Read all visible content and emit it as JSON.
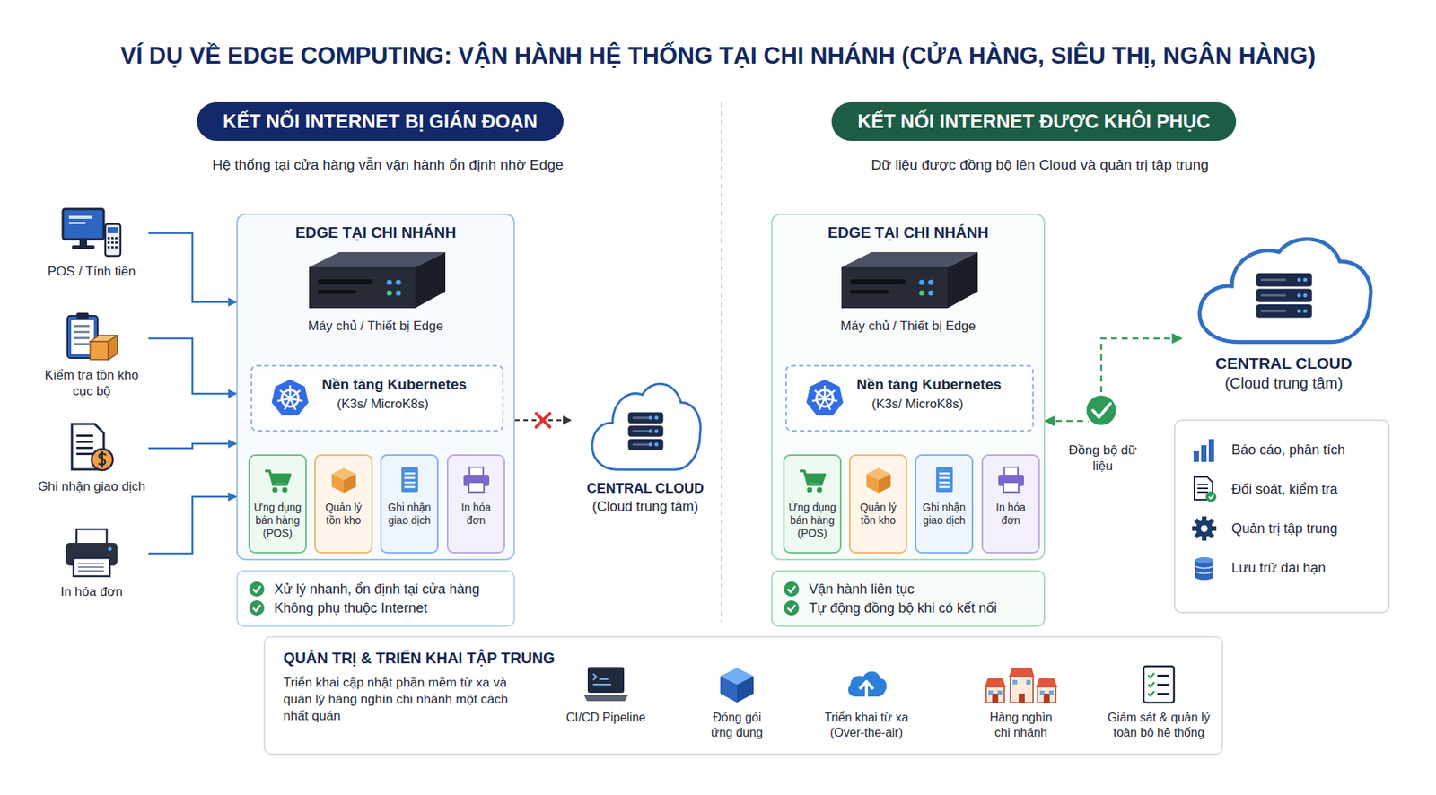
{
  "diagram": {
    "title": "VÍ DỤ VỀ EDGE COMPUTING: VẬN HÀNH HỆ THỐNG TẠI CHI NHÁNH (CỬA HÀNG, SIÊU THỊ, NGÂN HÀNG)",
    "nodes": [
      {
        "text": [
          "KẾT NỐI INTERNET BỊ GIÁN ĐOẠN"
        ]
      },
      {
        "text": [
          "POS / Tính tiền"
        ]
      },
      {
        "text": [
          "Kiểm tra tồn kho cục bộ"
        ]
      },
      {
        "text": [
          "Ghi nhận giao dịch"
        ]
      },
      {
        "text": [
          "In hóa đơn"
        ]
      },
      {
        "text": [
          "EDGE TẠI CHI NHÁNH",
          "Máy chủ / Thiết bị Edge"
        ]
      },
      {
        "text": [
          "Nền tảng Kubernetes",
          "(K3s/ MicroK8s)"
        ],
        "in": 5
      },
      {
        "text": [
          "Ứng dụng bán hàng (POS)"
        ],
        "in": 5
      },
      {
        "text": [
          "Quản lý tồn kho"
        ],
        "in": 5
      },
      {
        "text": [
          "Ghi nhận giao dịch"
        ],
        "in": 5
      },
      {
        "text": [
          "In hóa đơn"
        ],
        "in": 5
      },
      {
        "text": [
          "Xử lý nhanh, ổn định tại cửa hàng",
          "Không phụ thuộc Internet"
        ]
      },
      {
        "text": [
          "CENTRAL CLOUD",
          "(Cloud trung tâm)"
        ]
      },
      {
        "text": [
          "KẾT NỐI INTERNET ĐƯỢC KHÔI PHỤC"
        ]
      },
      {
        "text": [
          "EDGE TẠI CHI NHÁNH",
          "Máy chủ / Thiết bị Edge"
        ]
      },
      {
        "text": [
          "Nền tảng Kubernetes",
          "(K3s/ MicroK8s)"
        ],
        "in": 14
      },
      {
        "text": [
          "Ứng dụng bán hàng (POS)"
        ],
        "in": 14
      },
      {
        "text": [
          "Quản lý tồn kho"
        ],
        "in": 14
      },
      {
        "text": [
          "Ghi nhận giao dịch"
        ],
        "in": 14
      },
      {
        "text": [
          "In hóa đơn"
        ],
        "in": 14
      },
      {
        "text": [
          "Vận hành liên tục",
          "Tự động đồng bộ khi có kết nối"
        ]
      },
      {
        "text": [
          "CENTRAL CLOUD",
          "(Cloud trung tâm)"
        ]
      },
      {
        "text": [
          "Báo cáo, phân tích",
          "Đối soát, kiểm tra",
          "Quản trị tập trung",
          "Lưu trữ dài hạn"
        ]
      },
      {
        "text": [
          "QUẢN TRỊ & TRIỂN KHAI TẬP TRUNG",
          "Triển khai cập nhật phần mềm từ xa và quản lý hàng nghìn chi nhánh một cách nhất quán"
        ]
      },
      {
        "text": [
          "CI/CD Pipeline"
        ],
        "in": 23
      },
      {
        "text": [
          "Đóng gói ứng dụng"
        ],
        "in": 23
      },
      {
        "text": [
          "Triển khai từ xa (Over-the-air)"
        ],
        "in": 23
      },
      {
        "text": [
          "Hàng nghìn chi nhánh"
        ],
        "in": 23
      },
      {
        "text": [
          "Giám sát & quản lý toàn bộ hệ thống"
        ],
        "in": 23
      }
    ],
    "edges": [
      {
        "from": 1,
        "to": 5,
        "arrow": "to"
      },
      {
        "from": 2,
        "to": 5,
        "arrow": "to"
      },
      {
        "from": 3,
        "to": 5,
        "arrow": "to"
      },
      {
        "from": 4,
        "to": 5,
        "arrow": "to"
      },
      {
        "from": 5,
        "to": 12,
        "arrow": "to"
      },
      {
        "from": 14,
        "to": 21,
        "label": "Đồng bộ dữ liệu",
        "arrow": "both"
      },
      {
        "from": 24,
        "to": 25,
        "arrow": "to"
      },
      {
        "from": 25,
        "to": 26,
        "arrow": "to"
      },
      {
        "from": 26,
        "to": 27,
        "arrow": "to"
      },
      {
        "from": 27,
        "to": 28,
        "arrow": "to"
      }
    ],
    "labels": [
      "Hệ thống tại cửa hàng vẫn vận hành ổn định nhờ Edge",
      "Dữ liệu được đồng bộ lên Cloud và quản trị tập trung"
    ]
  }
}
